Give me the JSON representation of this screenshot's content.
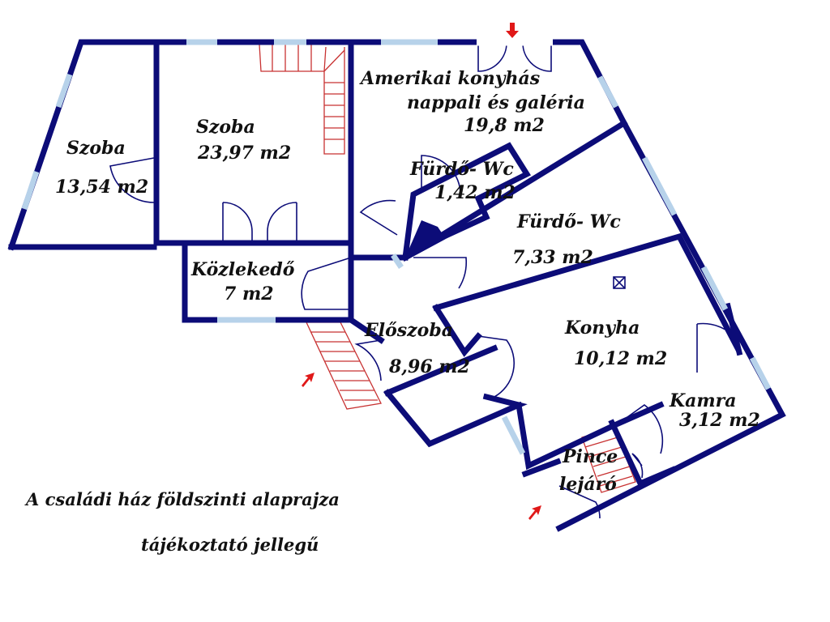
{
  "rooms": [
    {
      "id": "szoba-left",
      "name": "Szoba",
      "area": "13,54 m2"
    },
    {
      "id": "szoba-main",
      "name": "Szoba",
      "area": "23,97 m2"
    },
    {
      "id": "amerikai",
      "name_line1": "Amerikai konyhás",
      "name_line2": "nappali és galéria",
      "area": "19,8 m2"
    },
    {
      "id": "furdo-small",
      "name": "Fürdő- Wc",
      "area": "1,42 m2"
    },
    {
      "id": "furdo-big",
      "name": "Fürdő- Wc",
      "area": "7,33 m2"
    },
    {
      "id": "kozlekedo",
      "name": "Közlekedő",
      "area": "7 m2"
    },
    {
      "id": "eloszoba",
      "name": "Előszoba",
      "area": "8,96 m2"
    },
    {
      "id": "konyha",
      "name": "Konyha",
      "area": "10,12 m2"
    },
    {
      "id": "kamra",
      "name": "Kamra",
      "area": "3,12 m2"
    },
    {
      "id": "pince",
      "name_line1": "Pince",
      "name_line2": "lejáró"
    }
  ],
  "caption": {
    "line1": "A családi ház földszinti alaprajza",
    "line2": "tájékoztató jellegű"
  },
  "colors": {
    "wall": "#0c0c78",
    "window": "#b7d2ea",
    "stairs": "#c83232",
    "entrance_arrow": "#e01818"
  },
  "icons": [
    "entrance-arrow-icon",
    "chimney-icon"
  ]
}
